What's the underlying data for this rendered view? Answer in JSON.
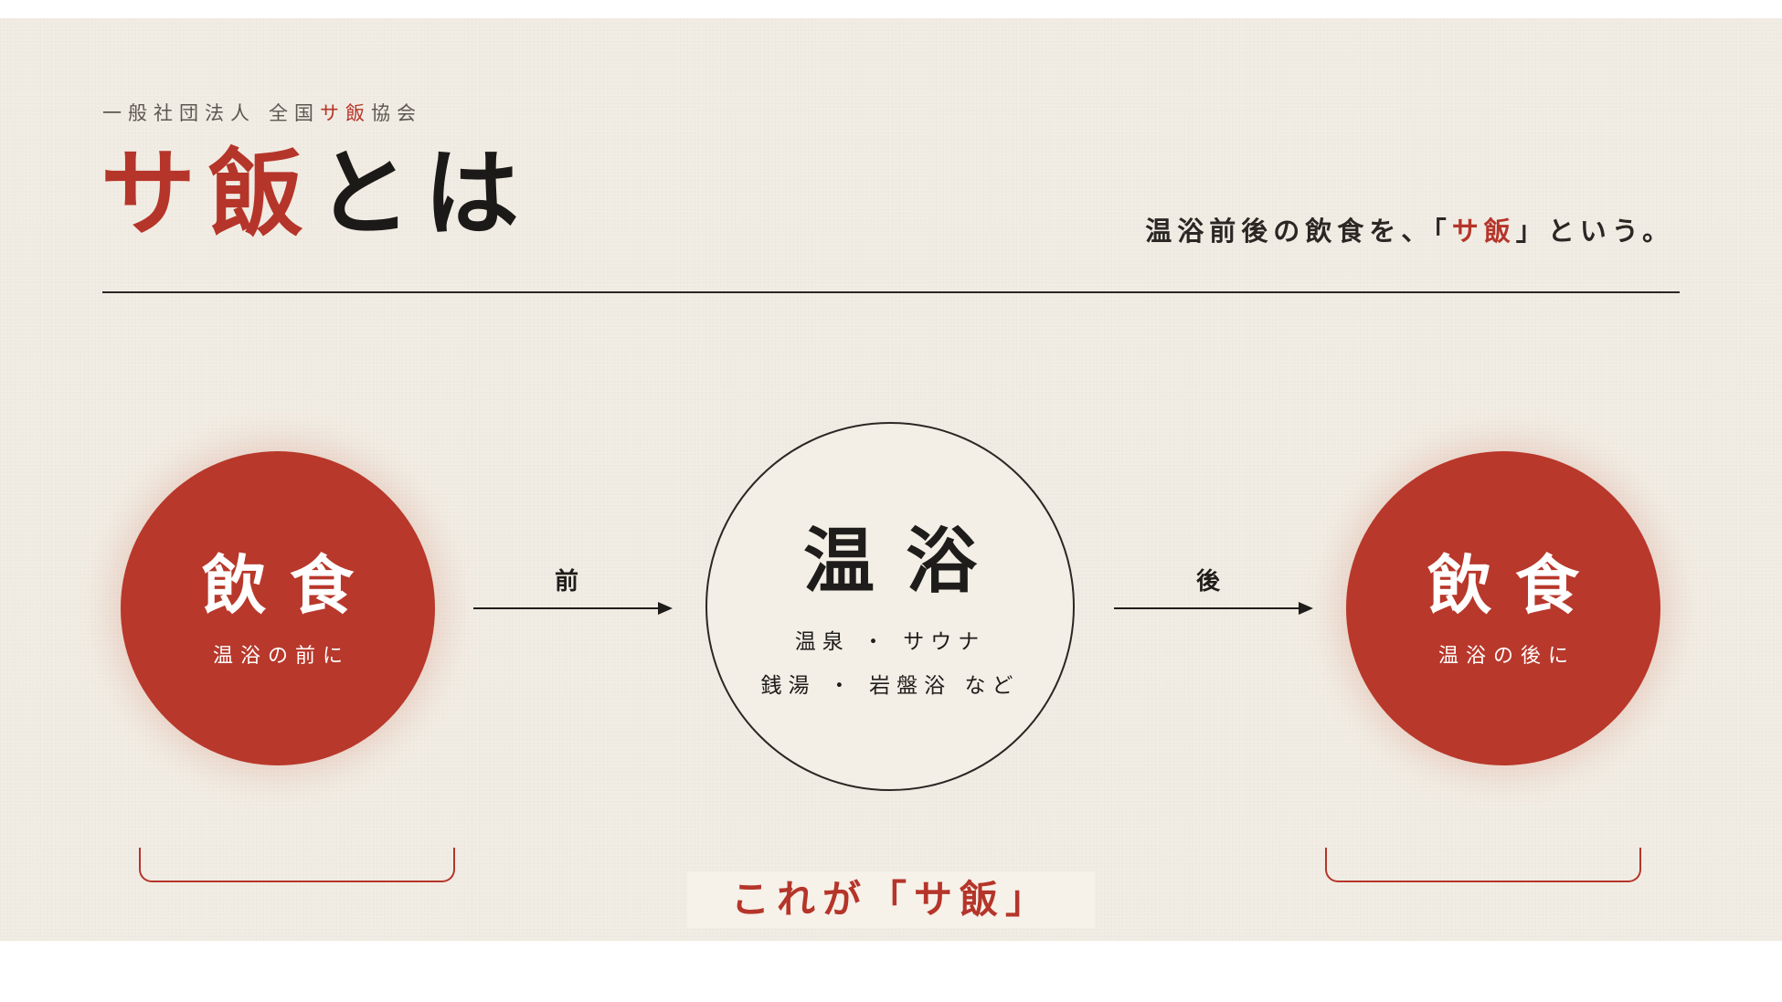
{
  "header": {
    "org_prefix": "一般社団法人",
    "org_pre": "全国",
    "org_accent": "サ飯",
    "org_post": "協会",
    "title_accent": "サ飯",
    "title_rest": "とは",
    "tagline_pre": "温浴前後の飲食を、「",
    "tagline_accent": "サ飯",
    "tagline_post": "」という。"
  },
  "diagram": {
    "before": {
      "title": "飲食",
      "subtitle": "温浴の前に"
    },
    "center": {
      "title": "温浴",
      "line1": "温泉 ・ サウナ",
      "line2": "銭湯 ・ 岩盤浴 など"
    },
    "after": {
      "title": "飲食",
      "subtitle": "温浴の後に"
    },
    "arrow_before_label": "前",
    "arrow_after_label": "後"
  },
  "caption": "これが「サ飯」",
  "colors": {
    "accent": "#b5352a",
    "background": "#f2ede4",
    "text": "#1f1d1b"
  }
}
